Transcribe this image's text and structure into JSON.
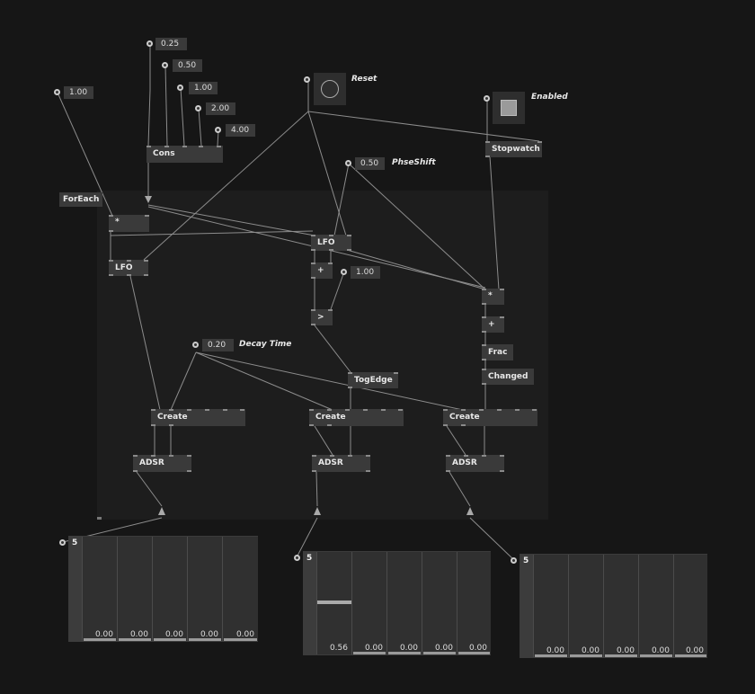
{
  "constants": {
    "c1": "0.25",
    "c2": "0.50",
    "c3": "1.00",
    "c4": "2.00",
    "c5": "4.00",
    "left_in": "1.00",
    "phase": "0.50",
    "threshold": "1.00",
    "decay": "0.20"
  },
  "tags": {
    "reset": "Reset",
    "enabled": "Enabled",
    "phase_shift": "PhseShift",
    "decay_time": "Decay Time"
  },
  "nodes": {
    "cons": "Cons",
    "foreach": "ForEach",
    "multiply_left": "*",
    "lfo_left": "LFO",
    "lfo_mid": "LFO",
    "plus_mid": "+",
    "greater": ">",
    "togedge": "TogEdge",
    "stopwatch": "Stopwatch",
    "multiply_right": "*",
    "plus_right": "+",
    "frac": "Frac",
    "changed": "Changed",
    "create_1": "Create",
    "create_2": "Create",
    "create_3": "Create",
    "adsr_1": "ADSR",
    "adsr_2": "ADSR",
    "adsr_3": "ADSR"
  },
  "panels": [
    {
      "count": "5",
      "values": [
        "0.00",
        "0.00",
        "0.00",
        "0.00",
        "0.00"
      ],
      "levels": [
        0,
        0,
        0,
        0,
        0
      ]
    },
    {
      "count": "5",
      "values": [
        "0.56",
        "0.00",
        "0.00",
        "0.00",
        "0.00"
      ],
      "levels": [
        0.56,
        0,
        0,
        0,
        0
      ]
    },
    {
      "count": "5",
      "values": [
        "0.00",
        "0.00",
        "0.00",
        "0.00",
        "0.00"
      ],
      "levels": [
        0,
        0,
        0,
        0,
        0
      ]
    }
  ]
}
